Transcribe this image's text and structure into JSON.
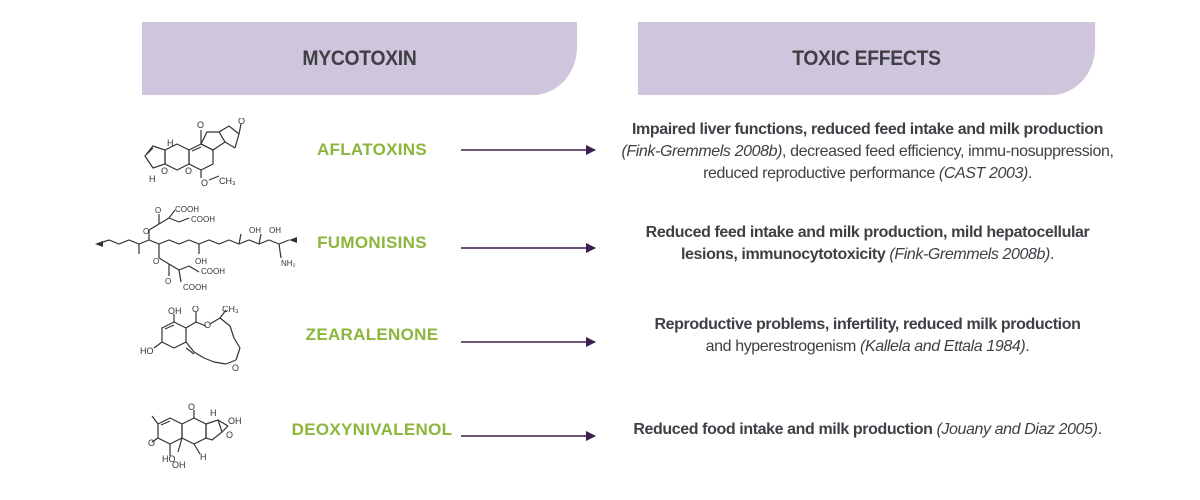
{
  "header": {
    "mycotoxin_label": "MYCOTOXIN",
    "effects_label": "TOXIC EFFECTS"
  },
  "colors": {
    "header_bg": "#cfc5dc",
    "header_text": "#3f3f46",
    "name_green": "#8db53c",
    "arrow_purple": "#3b1f4f",
    "body_text": "#3f3f46"
  },
  "rows": [
    {
      "name": "AFLATOXINS",
      "effect_bold_1": "Impaired liver functions, reduced feed intake and milk production",
      "effect_cite_1": "(Fink-Gremmels 2008b)",
      "effect_plain_1": ", decreased feed efficiency, immu-nosuppression, reduced reproductive performance",
      "effect_cite_2": "(CAST 2003)",
      "effect_tail": ".",
      "atom_labels": [
        "O",
        "O",
        "H",
        "H",
        "O",
        "O",
        "O",
        "CH₃"
      ]
    },
    {
      "name": "FUMONISINS",
      "effect_bold_1": "Reduced feed intake and milk production, mild hepatocellular lesions, immunocytotoxicity",
      "effect_cite_1": "(Fink-Gremmels 2008b)",
      "effect_tail": ".",
      "atom_labels": [
        "O",
        "COOH",
        "COOH",
        "O",
        "OH",
        "OH",
        "OH",
        "NH₂",
        "O",
        "O",
        "COOH",
        "COOH"
      ]
    },
    {
      "name": "ZEARALENONE",
      "effect_bold_1": "Reproductive problems, infertility, reduced milk production",
      "effect_plain_1": "and hyperestrogenism",
      "effect_cite_1": "(Kallela and Ettala 1984)",
      "effect_tail": ".",
      "atom_labels": [
        "OH",
        "O",
        "O",
        "CH₃",
        "HO",
        "O"
      ]
    },
    {
      "name": "DEOXYNIVALENOL",
      "effect_bold_1": "Reduced food intake and milk production",
      "effect_cite_1": "(Jouany and Diaz 2005)",
      "effect_tail": ".",
      "atom_labels": [
        "O",
        "H",
        "OH",
        "O",
        "O",
        "HO",
        "OH",
        "H"
      ]
    }
  ]
}
